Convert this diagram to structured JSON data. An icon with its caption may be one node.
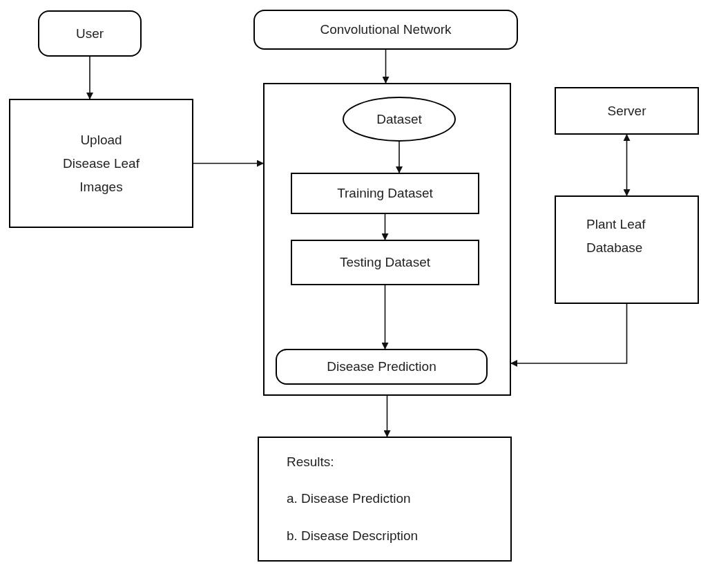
{
  "diagram": {
    "nodes": [
      {
        "text": [
          "User"
        ]
      },
      {
        "text": [
          "Convolutional Network"
        ]
      },
      {
        "text": [
          "Upload Disease Leaf Images"
        ]
      },
      {
        "text": [],
        "shape": "box"
      },
      {
        "text": [
          "Dataset"
        ],
        "in": 3
      },
      {
        "text": [
          "Training Dataset"
        ],
        "in": 3
      },
      {
        "text": [
          "Testing Dataset"
        ],
        "in": 3
      },
      {
        "text": [
          "Disease Prediction"
        ],
        "in": 3
      },
      {
        "text": [
          "Server"
        ]
      },
      {
        "text": [
          "Plant Leaf Database"
        ]
      },
      {
        "text": [
          "Results:",
          "a. Disease Prediction",
          "b. Disease Description"
        ]
      }
    ],
    "edges": [
      {
        "from": 0,
        "to": 2,
        "arrow": "to"
      },
      {
        "from": 1,
        "to": 3,
        "arrow": "to"
      },
      {
        "from": 2,
        "to": 3,
        "arrow": "to"
      },
      {
        "from": 4,
        "to": 5,
        "arrow": "to"
      },
      {
        "from": 5,
        "to": 6,
        "arrow": "to"
      },
      {
        "from": 6,
        "to": 7,
        "arrow": "to"
      },
      {
        "from": 8,
        "to": 9,
        "arrow": "both"
      },
      {
        "from": 9,
        "to": 3,
        "arrow": "to"
      },
      {
        "from": 3,
        "to": 10,
        "arrow": "to"
      }
    ]
  }
}
